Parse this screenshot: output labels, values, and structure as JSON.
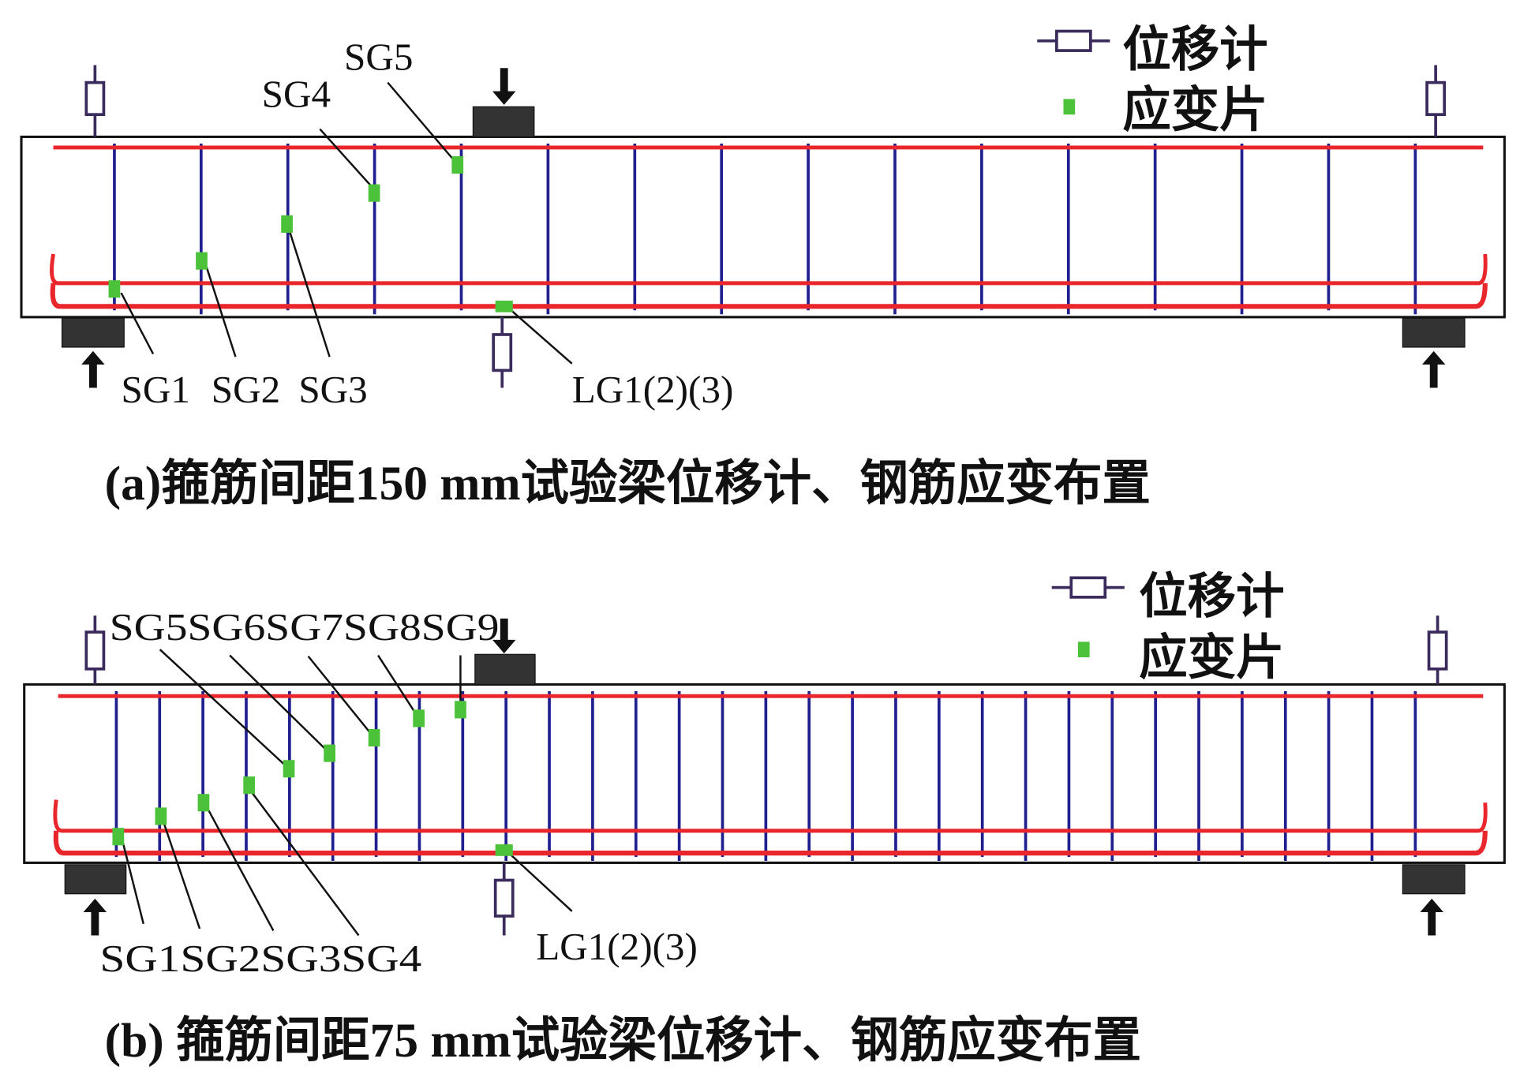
{
  "legend": {
    "displacement_gauge": "位移计",
    "strain_gauge": "应变片"
  },
  "colors": {
    "rebar": "#e8262b",
    "stirrup": "#1f1f8f",
    "strain_gauge": "#4cc23a",
    "gauge_outline": "#3b2a5c",
    "support": "#333333"
  },
  "panel_a": {
    "caption": "(a)箍筋间距150 mm试验梁位移计、钢筋应变布置",
    "labels": {
      "sg1": "SG1",
      "sg2": "SG2",
      "sg3": "SG3",
      "sg4": "SG4",
      "sg5": "SG5",
      "lg": "LG1(2)(3)"
    }
  },
  "panel_b": {
    "caption": "(b) 箍筋间距75 mm试验梁位移计、钢筋应变布置",
    "labels": {
      "top": "SG5SG6SG7SG8SG9",
      "bottom": "SG1SG2SG3SG4",
      "lg": "LG1(2)(3)"
    }
  }
}
